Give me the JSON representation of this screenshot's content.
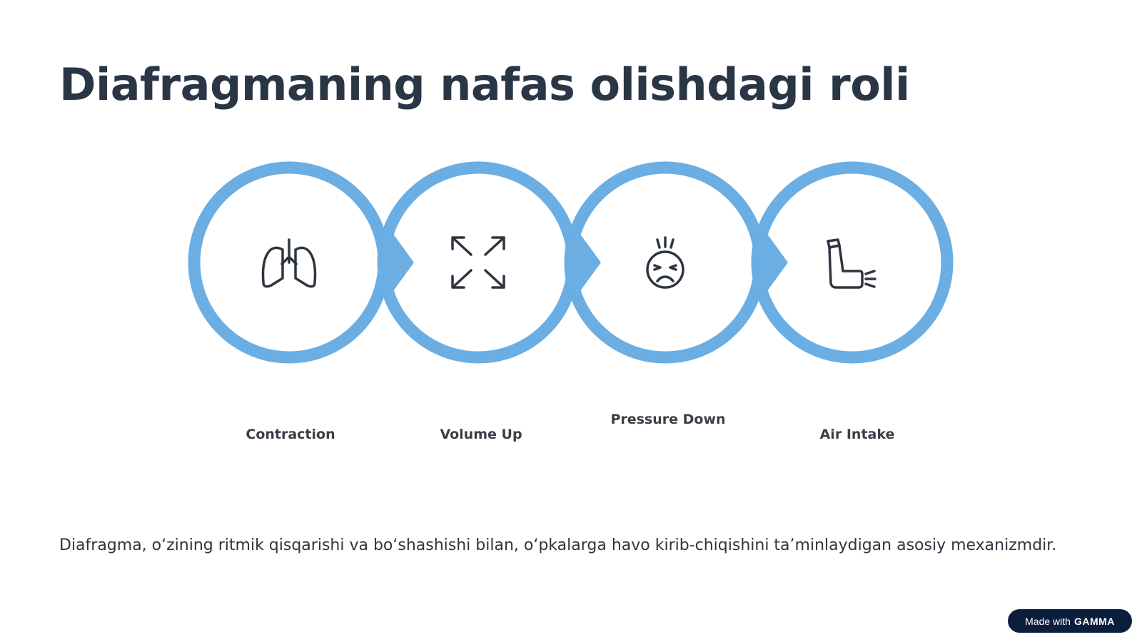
{
  "title": "Diafragmaning nafas olishdagi roli",
  "steps": [
    {
      "label": "Contraction",
      "icon": "lungs-icon"
    },
    {
      "label": "Volume Up",
      "icon": "expand-arrows-icon"
    },
    {
      "label": "Pressure Down",
      "icon": "stressed-face-icon"
    },
    {
      "label": "Air Intake",
      "icon": "inhaler-icon"
    }
  ],
  "summary": "Diafragma, o‘zining ritmik qisqarishi va bo‘shashishi bilan, o‘pkalarga havo kirib-chiqishini ta’minlaydigan asosiy mexanizmdir.",
  "badge": {
    "prefix": "Made with",
    "brand": "GAMMA"
  },
  "colors": {
    "ring": "#6aaee3",
    "title": "#2a3646",
    "badge_bg": "#0c1e3d"
  }
}
